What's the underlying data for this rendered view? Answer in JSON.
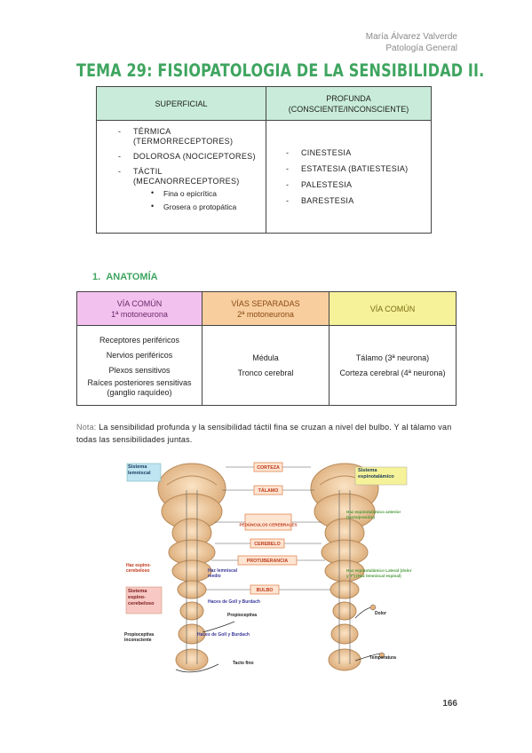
{
  "header": {
    "author": "María Álvarez Valverde",
    "subject": "Patología General"
  },
  "title": "TEMA 29: FISIOPATOLOGIA DE LA SENSIBILIDAD II.",
  "table1": {
    "col1_header": "SUPERFICIAL",
    "col2_header": "PROFUNDA (CONSCIENTE/INCONSCIENTE)",
    "superficial": [
      "TÉRMICA (TERMORRECEPTORES)",
      "DOLOROSA (NOCICEPTORES)",
      "TÁCTIL (MECANORRECEPTORES)"
    ],
    "tactil_sub": [
      "Fina o epicrítica",
      "Grosera o protopática"
    ],
    "profunda": [
      "CINESTESIA",
      "ESTATESIA (BATIESTESIA)",
      "PALESTESIA",
      "BARESTESIA"
    ]
  },
  "section1": {
    "number": "1.",
    "title": "ANATOMÍA"
  },
  "table2": {
    "h1_line1": "VÍA COMÚN",
    "h1_line2": "1ª motoneurona",
    "h2_line1": "VÍAS SEPARADAS",
    "h2_line2": "2ª motoneurona",
    "h3": "VÍA COMÚN",
    "c1": [
      "Receptores periféricos",
      "Nervios periféricos",
      "Plexos sensitivos",
      "Raíces posteriores sensitivas (ganglio raquídeo)"
    ],
    "c2": [
      "Médula",
      "Tronco cerebral"
    ],
    "c3": [
      "Tálamo (3ª neurona)",
      "Corteza cerebral (4ª neurona)"
    ]
  },
  "note": {
    "label": "Nota:",
    "text": "La sensibilidad profunda y la sensibilidad táctil fina se cruzan a nivel del bulbo. Y al tálamo van todas las sensibilidades juntas."
  },
  "figure": {
    "left_label1": "Sistema lemniscal",
    "right_label1": "Sistema espinotalámico",
    "center_labels": [
      "CORTEZA",
      "TÁLAMO",
      "PEDÚNCULOS CEREBRALES",
      "CEREBELO",
      "PROTUBERANCIA",
      "BULBO"
    ],
    "haz_espinocerebeloso": "Haz espino-cerebeloso",
    "sistema_espinocerebeloso": "Sistema espino-cerebeloso",
    "haz_lemniscal": "Haz lemniscal medio",
    "haces_goll1": "Haces de Goll y Burdach",
    "haces_goll2": "Haces de Goll y Burdach",
    "propioceptiva": "Propioceptiva",
    "propioceptiva_inconsciente": "Propioceptiva inconsciente",
    "tacto_fino": "Tacto fino",
    "haz_anterior": "Haz espinotalámico anterior (tacto/presión)",
    "haz_lateral": "Haz espinotalámico Lateral (dolor y Tª) (Haz lemniscal espinal)",
    "dolor": "Dolor",
    "temperatura": "Temperatura"
  },
  "page_number": "166"
}
